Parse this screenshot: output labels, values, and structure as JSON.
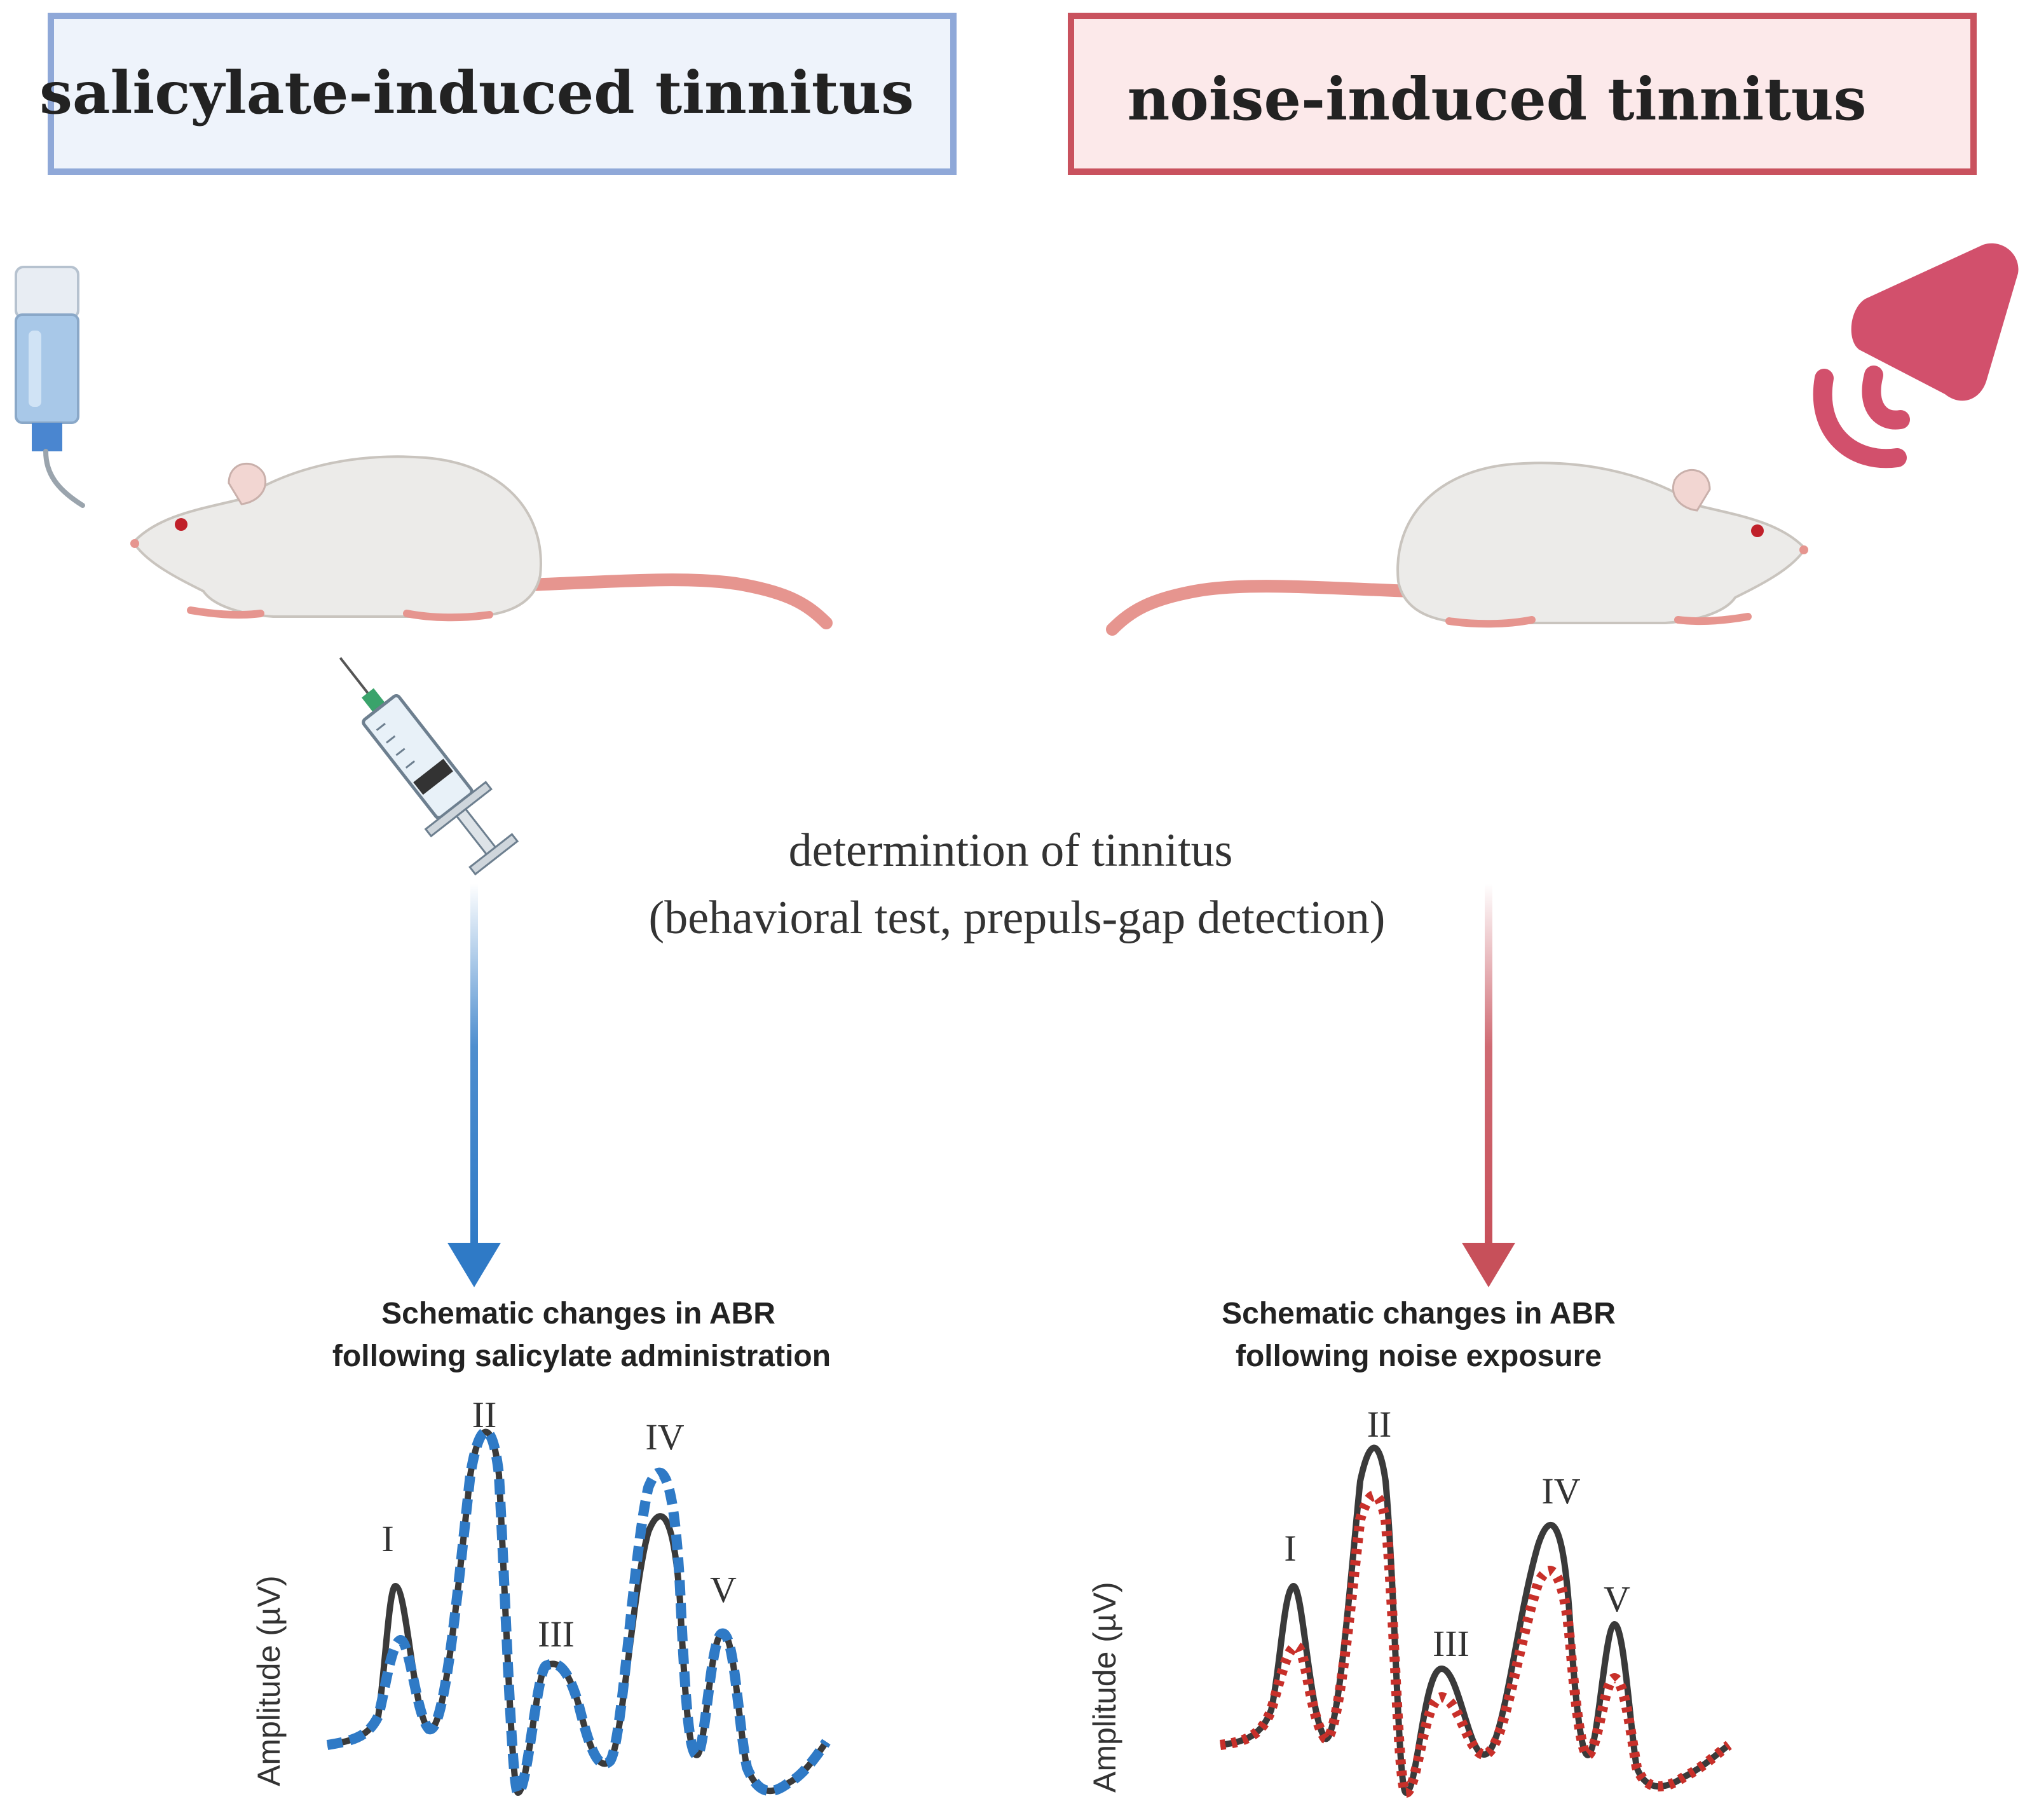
{
  "panels": {
    "left": {
      "title": "salicylate-induced tinnitus",
      "border_color": "#8fa8d8",
      "fill_color": "#eef3fb",
      "arrow_color": "#2f7ac6",
      "abr_title_line1": "Schematic changes in ABR",
      "abr_title_line2": "following salicylate administration",
      "axis_label": "Amplitude (µV)",
      "dashed_color": "#2f7ac6",
      "wave_labels": [
        "I",
        "II",
        "III",
        "IV",
        "V"
      ]
    },
    "right": {
      "title": "noise-induced tinnitus",
      "border_color": "#c9525e",
      "fill_color": "#fce9ea",
      "arrow_color": "#c7505a",
      "abr_title_line1": "Schematic changes in ABR",
      "abr_title_line2": "following noise exposure",
      "axis_label": "Amplitude (µV)",
      "dashed_color": "#c8302a",
      "wave_labels": [
        "I",
        "II",
        "III",
        "IV",
        "V"
      ]
    }
  },
  "center": {
    "line1": "determintion of tinnitus",
    "line2": "(behavioral test, prepuls-gap detection)"
  },
  "icons": [
    "water-bottle-icon",
    "rat-icon",
    "syringe-icon",
    "speaker-icon"
  ],
  "colors": {
    "speaker": "#d2506c",
    "rat_body": "#ecebe9",
    "rat_tail": "#e6958f",
    "baseline_wave": "#3a3a3a"
  }
}
